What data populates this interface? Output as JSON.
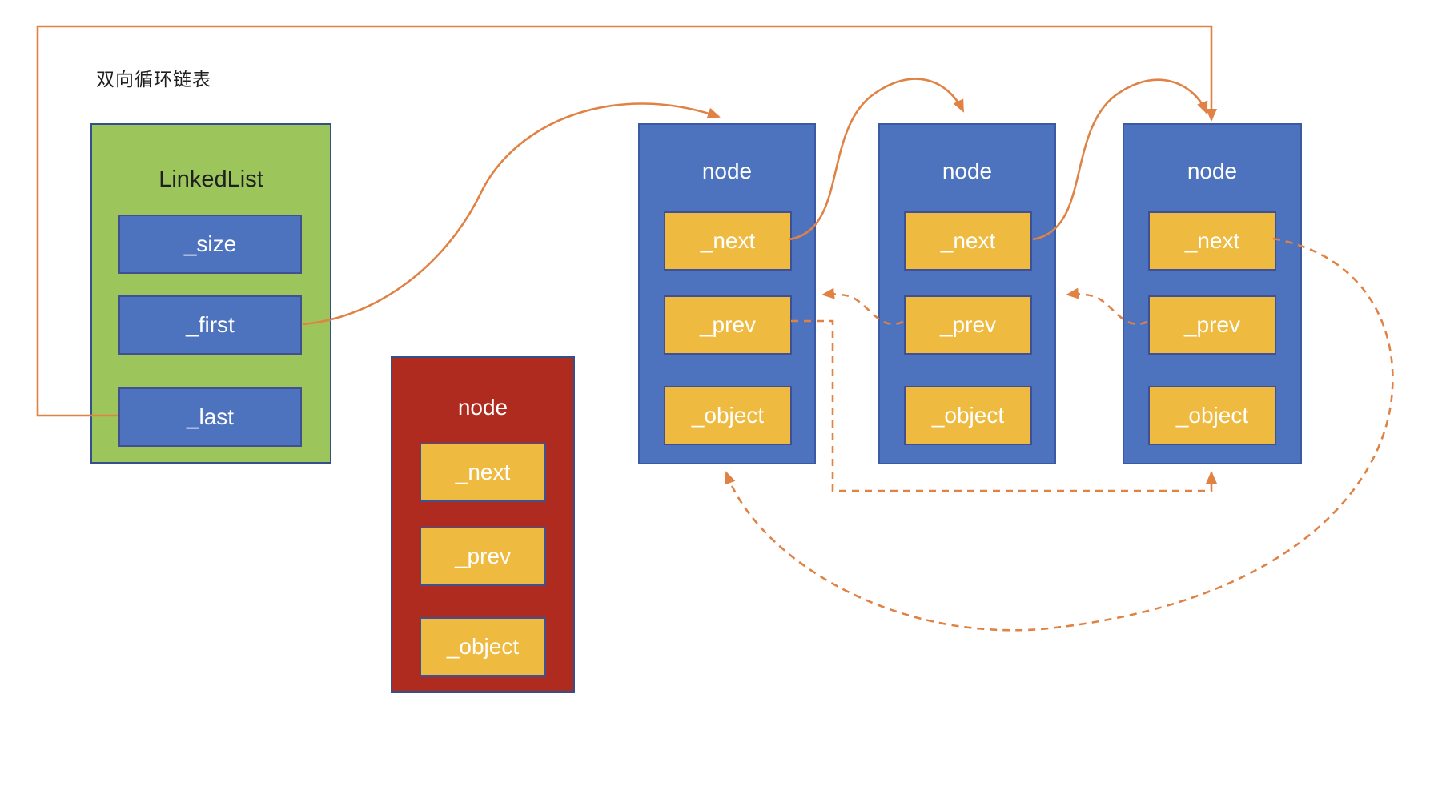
{
  "title": "双向循环链表",
  "colors": {
    "background": "#ffffff",
    "green": "#9cc65c",
    "blue": "#4e73be",
    "yellow": "#eeba3f",
    "red": "#b02b1f",
    "navy_border": "#33508c",
    "field_border": "#414f93",
    "node_border": "#3c59a6",
    "orange": "#df8244",
    "text_dark": "#1f1f1f",
    "text_light": "#ffffff"
  },
  "linked_list": {
    "label": "LinkedList",
    "fields": [
      "_size",
      "_first",
      "_last"
    ]
  },
  "detached_node": {
    "label": "node",
    "fields": [
      "_next",
      "_prev",
      "_object"
    ]
  },
  "nodes": [
    {
      "label": "node",
      "fields": [
        "_next",
        "_prev",
        "_object"
      ]
    },
    {
      "label": "node",
      "fields": [
        "_next",
        "_prev",
        "_object"
      ]
    },
    {
      "label": "node",
      "fields": [
        "_next",
        "_prev",
        "_object"
      ]
    }
  ],
  "edges": [
    {
      "from": "LinkedList._last",
      "to": "node3.top",
      "style": "solid"
    },
    {
      "from": "LinkedList._first",
      "to": "node1.top",
      "style": "solid"
    },
    {
      "from": "node1._next",
      "to": "node2.top",
      "style": "solid"
    },
    {
      "from": "node2._next",
      "to": "node3.top",
      "style": "solid"
    },
    {
      "from": "node2._prev",
      "to": "node1.right",
      "style": "dashed"
    },
    {
      "from": "node3._prev",
      "to": "node2.right",
      "style": "dashed"
    },
    {
      "from": "node1._prev",
      "to": "node3.bottom",
      "style": "dashed"
    },
    {
      "from": "node3._next",
      "to": "node1.bottom",
      "style": "dashed"
    }
  ]
}
